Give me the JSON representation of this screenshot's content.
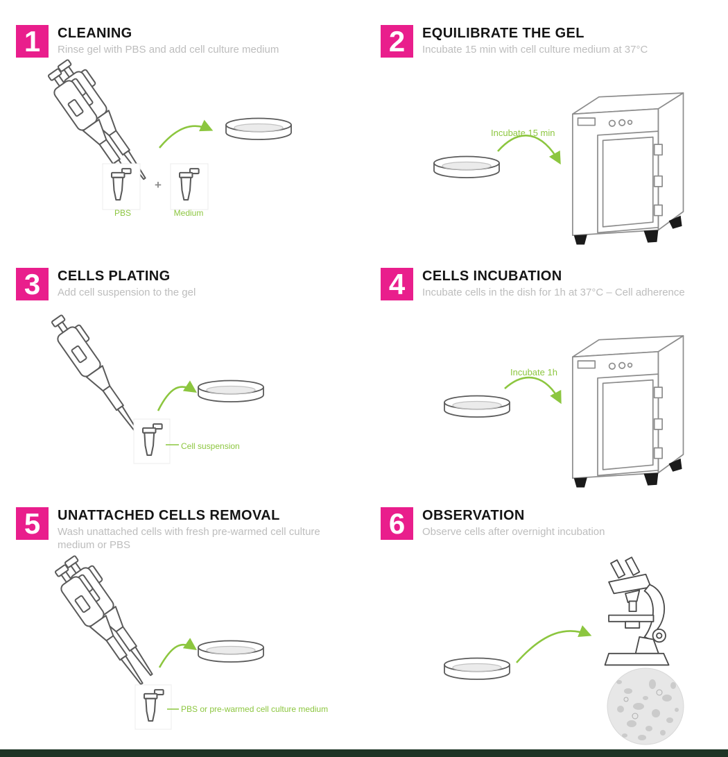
{
  "figure": {
    "type": "protocol-diagram",
    "description": "Six-step cell plating protocol on gel"
  },
  "colors": {
    "accent_magenta": "#E91E8C",
    "accent_green": "#8CC63F",
    "title_black": "#141414",
    "subtitle_gray": "#bdbdbd",
    "bottom_bar": "#1e3526"
  },
  "steps": [
    {
      "number": "1",
      "title": "CLEANING",
      "subtitle": "Rinse gel with PBS and add cell culture medium"
    },
    {
      "number": "2",
      "title": "EQUILIBRATE THE GEL",
      "subtitle": "Incubate 15 min with cell culture medium at 37°C"
    },
    {
      "number": "3",
      "title": "CELLS PLATING",
      "subtitle": "Add cell suspension to the gel"
    },
    {
      "number": "4",
      "title": "CELLS INCUBATION",
      "subtitle": "Incubate cells in the dish for 1h at 37°C – Cell adherence"
    },
    {
      "number": "5",
      "title": "UNATTACHED CELLS REMOVAL",
      "subtitle": "Wash unattached cells with fresh pre-warmed cell culture medium or PBS"
    },
    {
      "number": "6",
      "title": "OBSERVATION",
      "subtitle": "Observe cells after overnight incubation"
    }
  ],
  "annotations": {
    "pbs": "PBS",
    "medium": "Medium",
    "plus": "+",
    "incubate_15": "Incubate 15 min",
    "cell_suspension": "Cell suspension",
    "incubate_1h": "Incubate 1h",
    "pbs_or_medium": "PBS or pre-warmed cell culture medium"
  }
}
